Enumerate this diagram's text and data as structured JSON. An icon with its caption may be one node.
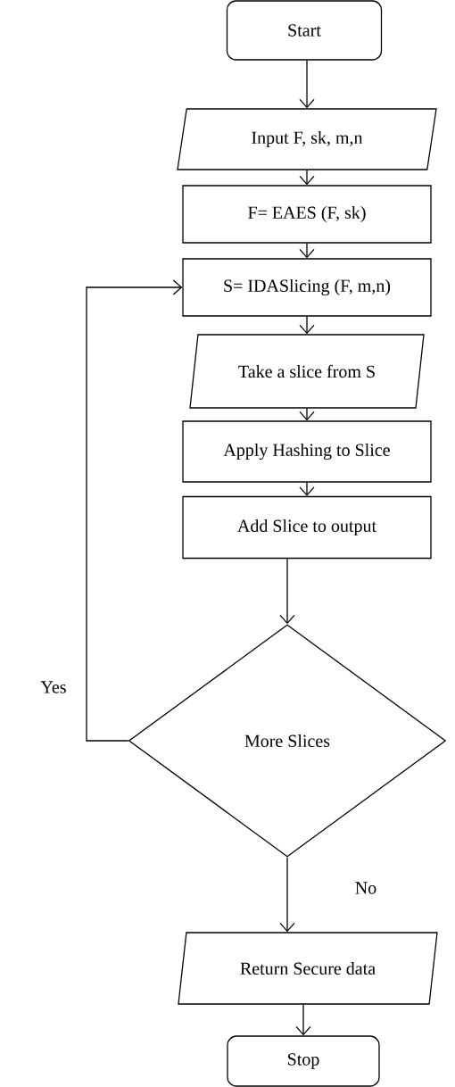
{
  "diagram": {
    "nodes": [
      {
        "text": [
          "Start"
        ]
      },
      {
        "text": [
          "Input F, sk, m,n"
        ]
      },
      {
        "text": [
          "F= EAES (F, sk)"
        ]
      },
      {
        "text": [
          "S= IDASlicing (F, m,n)"
        ]
      },
      {
        "text": [
          "Take a slice from S"
        ]
      },
      {
        "text": [
          "Apply Hashing to Slice"
        ]
      },
      {
        "text": [
          "Add Slice to output"
        ]
      },
      {
        "text": [
          "More Slices"
        ]
      },
      {
        "text": [
          "Return Secure data"
        ]
      },
      {
        "text": [
          "Stop"
        ]
      }
    ],
    "edges": [
      {
        "from": 0,
        "to": 1,
        "arrow": "to"
      },
      {
        "from": 1,
        "to": 2,
        "arrow": "to"
      },
      {
        "from": 2,
        "to": 3,
        "arrow": "to"
      },
      {
        "from": 3,
        "to": 4,
        "arrow": "to"
      },
      {
        "from": 4,
        "to": 5,
        "arrow": "to"
      },
      {
        "from": 5,
        "to": 6,
        "arrow": "to"
      },
      {
        "from": 6,
        "to": 7,
        "arrow": "to"
      },
      {
        "from": 7,
        "to": 3,
        "arrow": "to",
        "label": "Yes"
      },
      {
        "from": 7,
        "to": 8,
        "arrow": "to",
        "label": "No"
      },
      {
        "from": 8,
        "to": 9,
        "arrow": "to"
      }
    ]
  }
}
